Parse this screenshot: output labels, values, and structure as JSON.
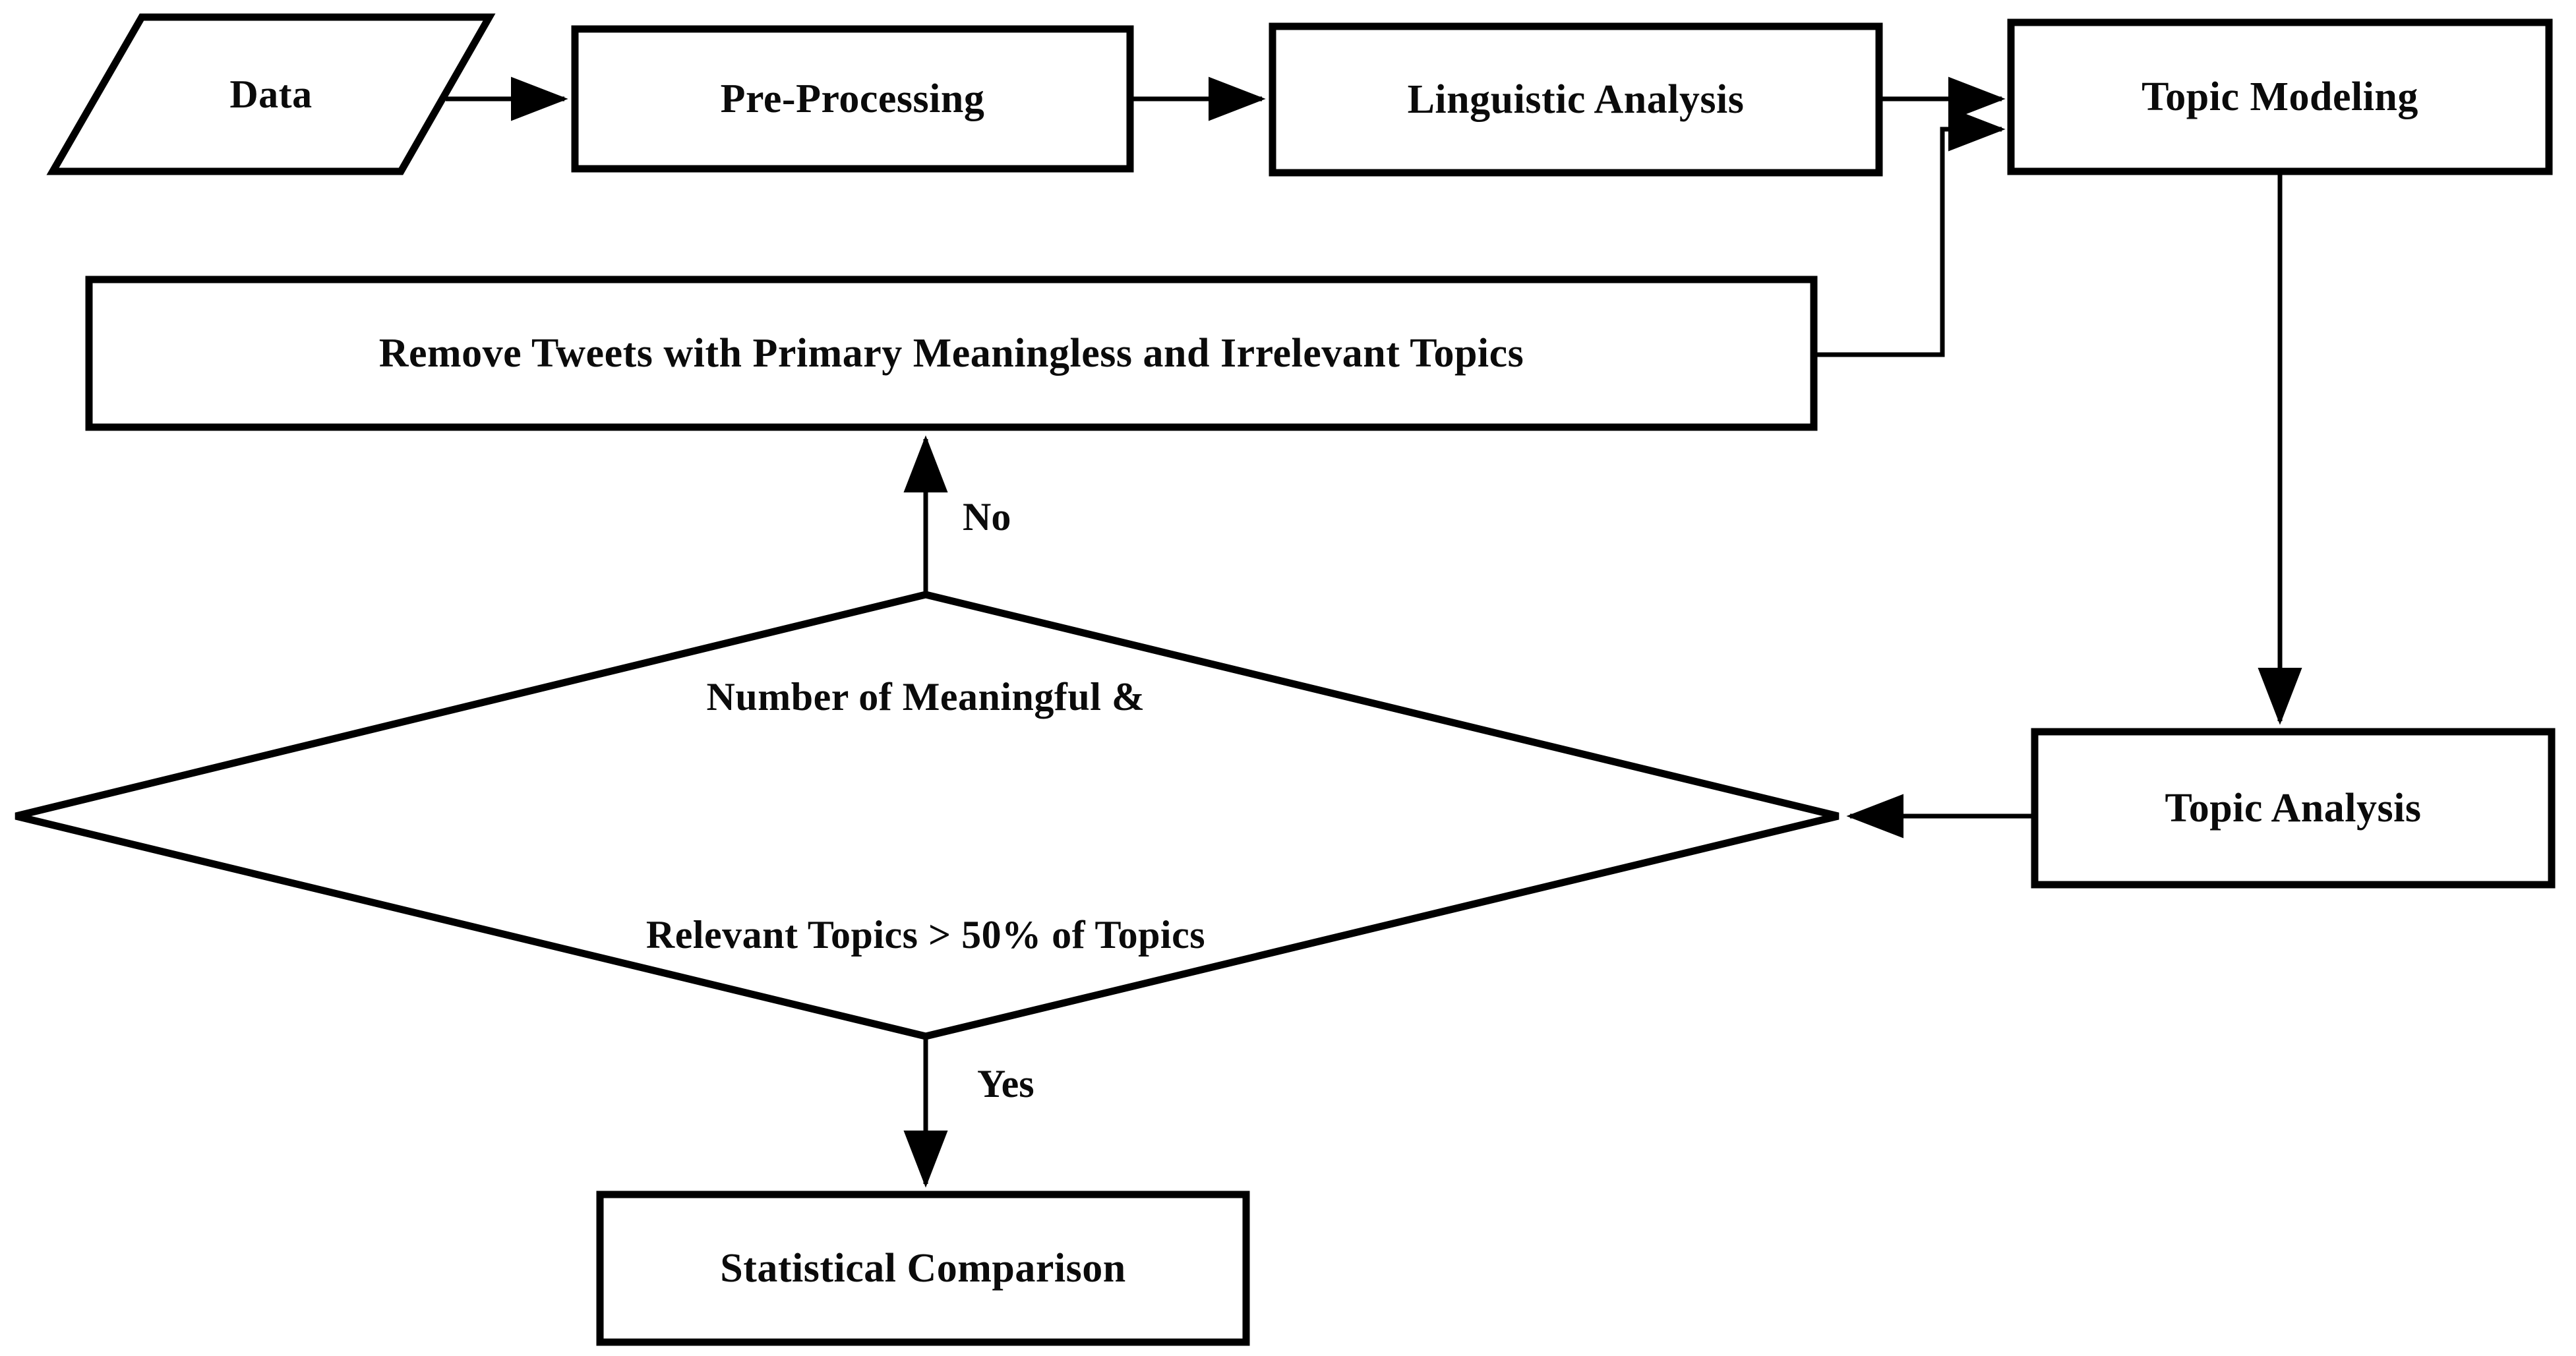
{
  "diagram": {
    "title": "Topic Modeling Analysis Workflow",
    "type": "flowchart",
    "orientation": "left-to-right with feedback loop",
    "background_color": "#ffffff",
    "stroke_color": "#000000",
    "text_color": "#0b0b0b"
  },
  "nodes": {
    "data": {
      "label": "Data",
      "shape": "parallelogram",
      "role": "input"
    },
    "pre_processing": {
      "label": "Pre-Processing",
      "shape": "rectangle",
      "role": "process"
    },
    "linguistic_analysis": {
      "label": "Linguistic Analysis",
      "shape": "rectangle",
      "role": "process"
    },
    "topic_modeling": {
      "label": "Topic Modeling",
      "shape": "rectangle",
      "role": "process"
    },
    "remove_tweets": {
      "label": "Remove Tweets with Primary Meaningless and Irrelevant Topics",
      "shape": "rectangle",
      "role": "process"
    },
    "decision": {
      "label": "Number of Meaningful &\nRelevant Topics > 50% of Topics",
      "line1": "Number of Meaningful &",
      "line2": "Relevant Topics > 50% of Topics",
      "shape": "diamond",
      "role": "decision"
    },
    "topic_analysis": {
      "label": "Topic Analysis",
      "shape": "rectangle",
      "role": "process"
    },
    "statistical_comparison": {
      "label": "Statistical Comparison",
      "shape": "rectangle",
      "role": "process"
    }
  },
  "edges": [
    {
      "id": "data-to-preprocessing",
      "from": "data",
      "to": "pre_processing",
      "label": ""
    },
    {
      "id": "preprocessing-to-linguistic",
      "from": "pre_processing",
      "to": "linguistic_analysis",
      "label": ""
    },
    {
      "id": "linguistic-to-topicmodeling",
      "from": "linguistic_analysis",
      "to": "topic_modeling",
      "label": ""
    },
    {
      "id": "topicmodeling-to-topicanalysis",
      "from": "topic_modeling",
      "to": "topic_analysis",
      "label": ""
    },
    {
      "id": "topicanalysis-to-decision",
      "from": "topic_analysis",
      "to": "decision",
      "label": ""
    },
    {
      "id": "decision-no-to-removetweets",
      "from": "decision",
      "to": "remove_tweets",
      "label": "No"
    },
    {
      "id": "removetweets-to-topicmodeling",
      "from": "remove_tweets",
      "to": "topic_modeling",
      "label": ""
    },
    {
      "id": "decision-yes-to-statistical",
      "from": "decision",
      "to": "statistical_comparison",
      "label": "Yes"
    }
  ],
  "edge_labels": {
    "no": "No",
    "yes": "Yes"
  }
}
